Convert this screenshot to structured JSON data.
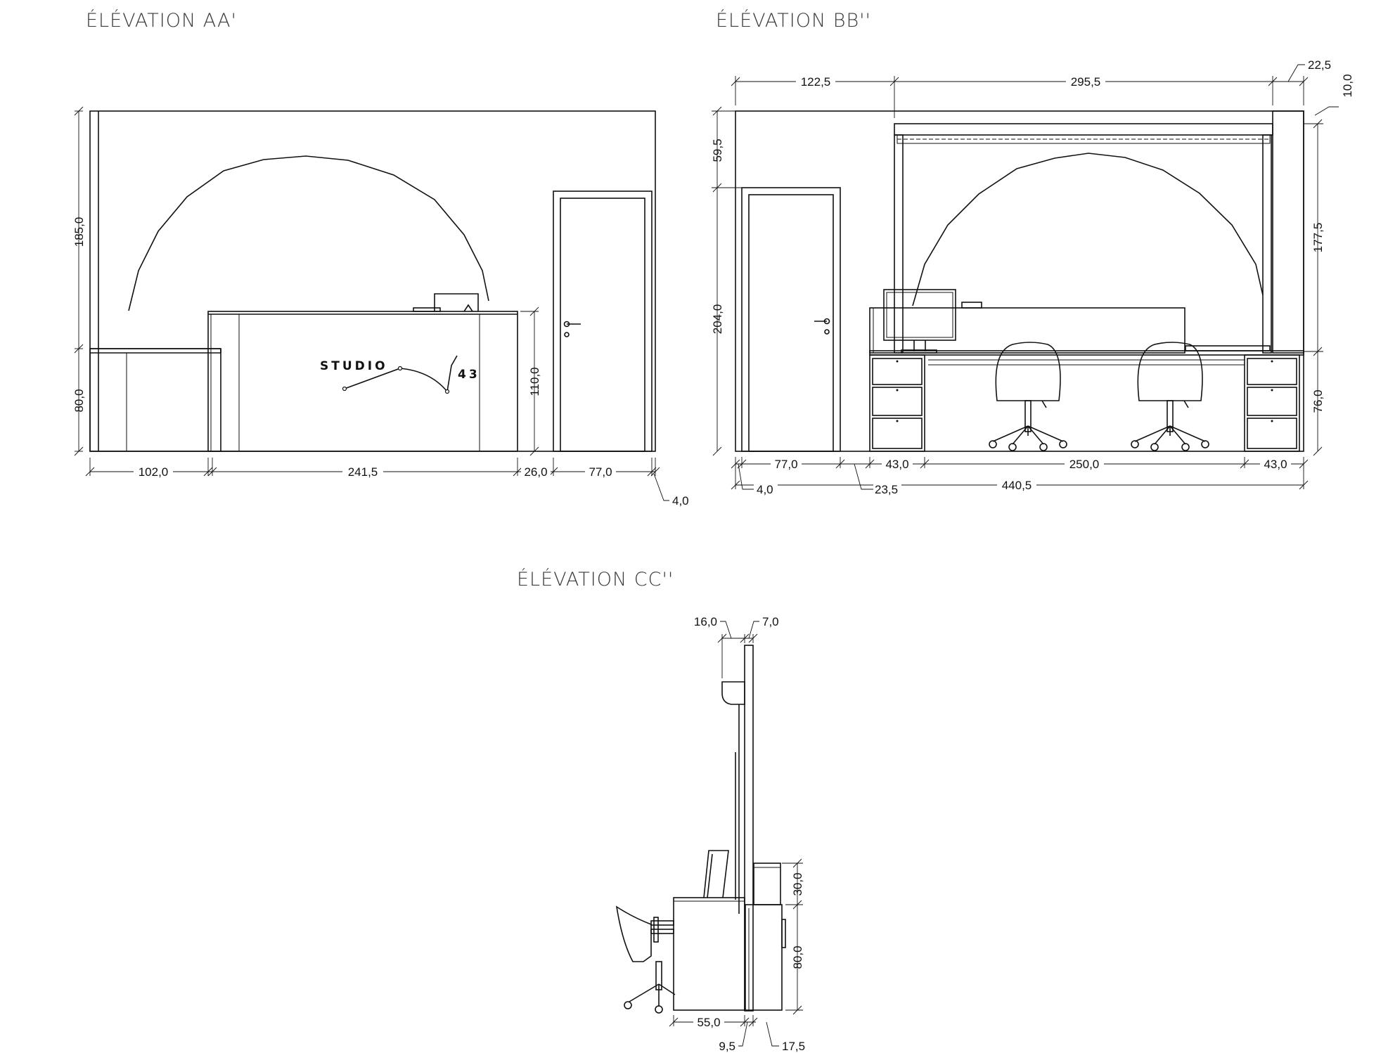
{
  "titles": {
    "aa": "ÉLÉVATION AA'",
    "bb": "ÉLÉVATION BB''",
    "cc": "ÉLÉVATION CC''"
  },
  "brand": {
    "word": "STUDIO",
    "number": "43"
  },
  "aa_dims": {
    "h_185": "185,0",
    "h_80": "80,0",
    "h_110": "110,0",
    "w_102": "102,0",
    "w_241": "241,5",
    "w_26": "26,0",
    "w_77": "77,0",
    "w_4": "4,0"
  },
  "bb_dims": {
    "top_122": "122,5",
    "top_295": "295,5",
    "top_22": "22,5",
    "top_10": "10,0",
    "h_59": "59,5",
    "h_204": "204,0",
    "h_177": "177,5",
    "h_76": "76,0",
    "b_77": "77,0",
    "b_43a": "43,0",
    "b_250": "250,0",
    "b_43b": "43,0",
    "b_4": "4,0",
    "b_23": "23,5",
    "b_440": "440,5"
  },
  "cc_dims": {
    "t_16": "16,0",
    "t_7": "7,0",
    "h_30": "30,0",
    "h_80": "80,0",
    "b_55": "55,0",
    "b_9": "9,5",
    "b_17": "17,5"
  }
}
